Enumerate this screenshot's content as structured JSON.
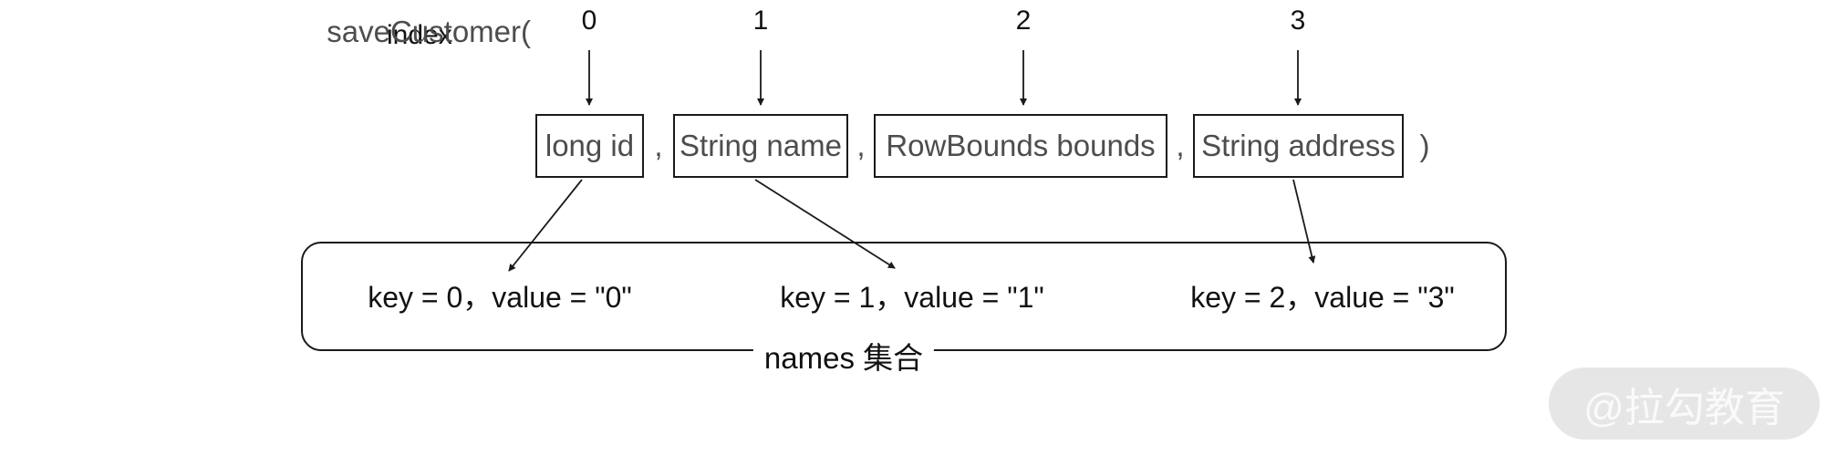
{
  "diagram": {
    "index_label": "index",
    "indices": [
      "0",
      "1",
      "2",
      "3"
    ],
    "signature": {
      "method_prefix": "saveCustomer(",
      "params": [
        "long id",
        "String name",
        "RowBounds bounds",
        "String address"
      ],
      "separator": ",",
      "close_paren": ")"
    },
    "collection": {
      "entries": [
        "key = 0，value = \"0\"",
        "key = 1，value = \"1\"",
        "key = 2，value = \"3\""
      ],
      "caption": "names 集合"
    }
  },
  "watermark": {
    "text": "@拉勾教育"
  },
  "colors": {
    "ink": "#1a1a1a",
    "signature_text": "#4d4d4d",
    "watermark_bg": "#e6e6e6",
    "watermark_text": "#fafafa"
  }
}
